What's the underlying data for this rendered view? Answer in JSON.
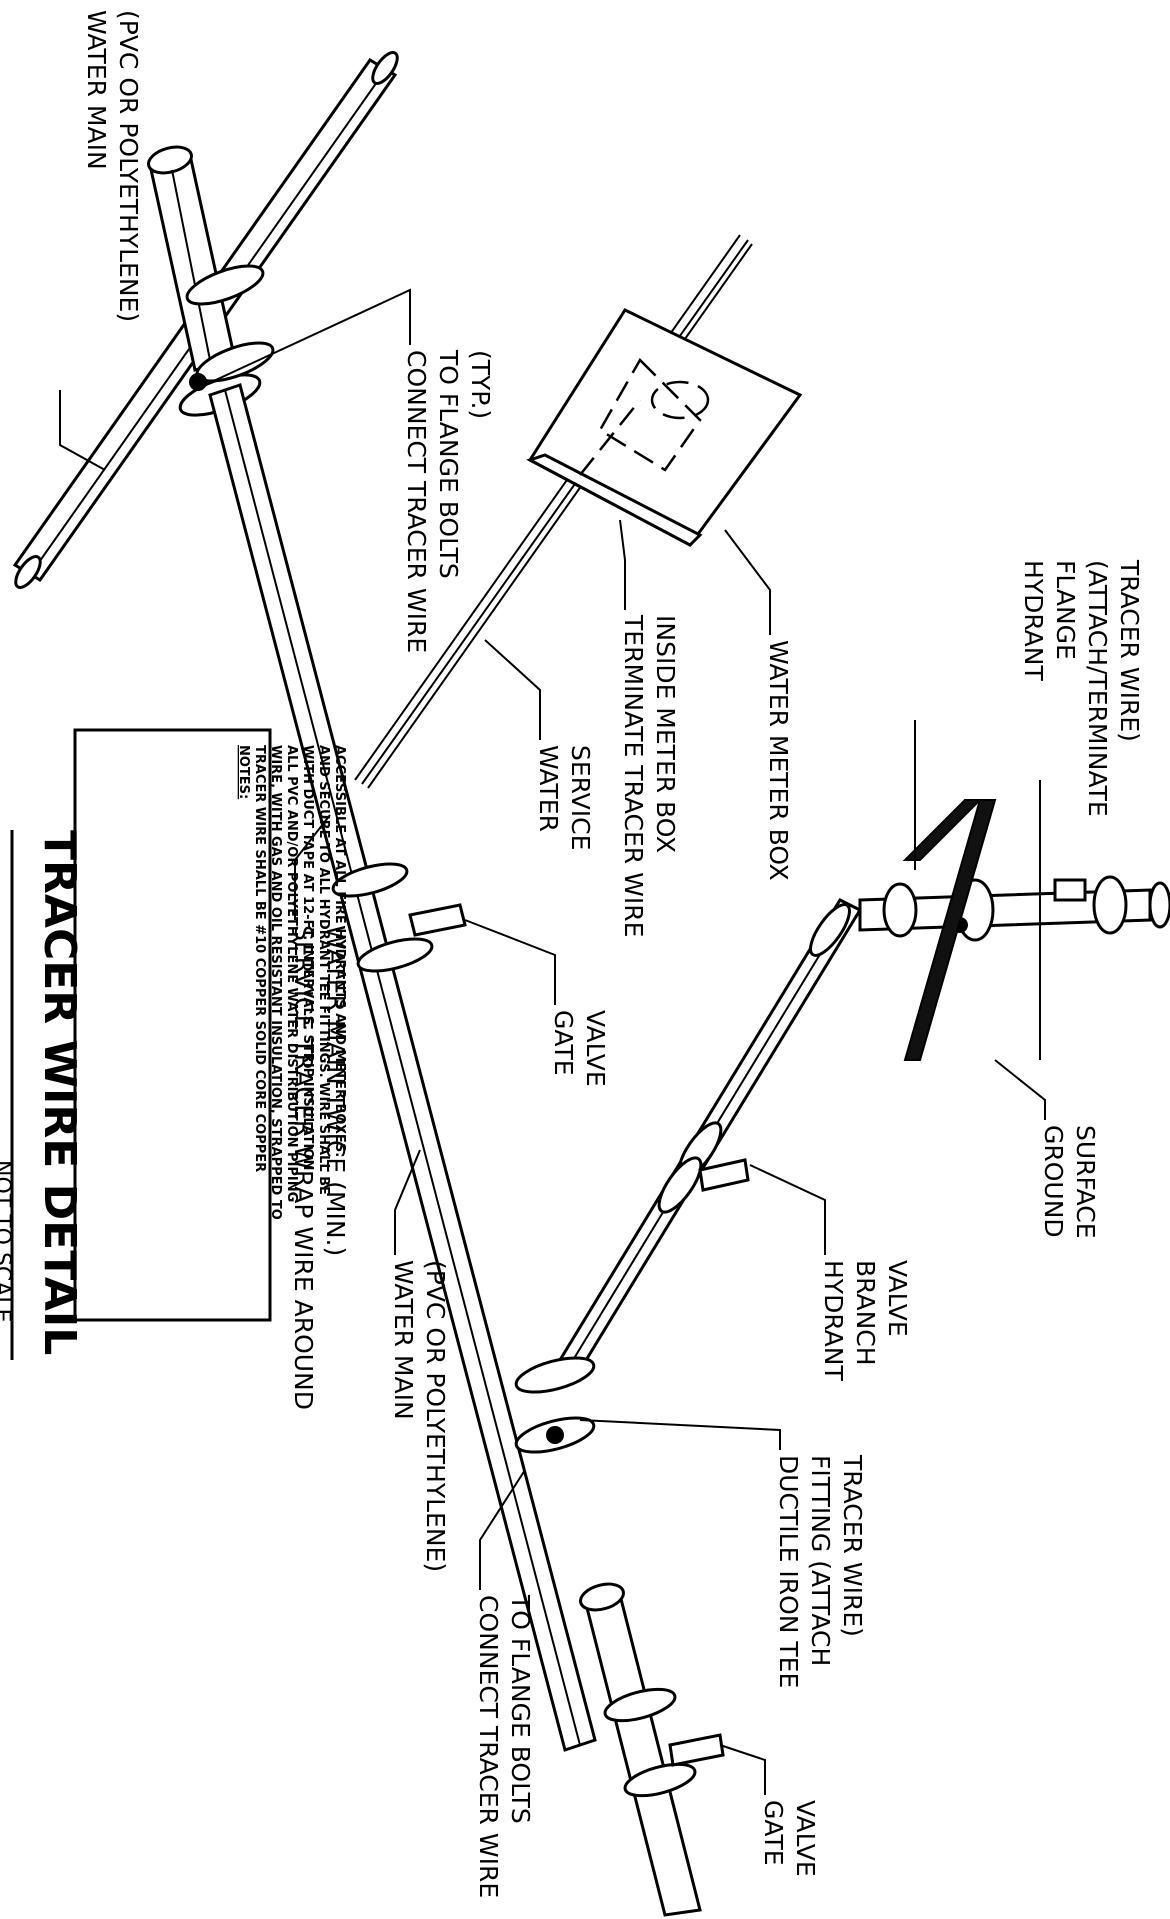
{
  "labels": {
    "water_main_top": "WATER MAIN\n(PVC OR POLYETHYLENE)",
    "connect_tracer_top": "CONNECT TRACER WIRE\nTO FLANGE BOLTS\n(TYP.)",
    "hydrant_flange": "HYDRANT\nFLANGE\n(ATTACH/TERMINATE\nTRACER WIRE)",
    "water_meter_box": "WATER METER BOX",
    "terminate_tracer": "TERMINATE TRACER WIRE\nINSIDE METER BOX",
    "water_service": "WATER\nSERVICE",
    "gate_valve_mid": "GATE\nVALVE",
    "service_tracer_wrap": "SERVICE TRACER WRAP WIRE AROUND\nWATER MAIN TWICE    (MIN.)",
    "ground_surface": "GROUND\nSURFACE",
    "hydrant_branch_valve": "HYDRANT\nBRANCH\nVALVE",
    "water_main_bottom": "WATER MAIN\n(PVC OR POLYETHYLENE)",
    "ductile_iron_tee": "DUCTILE IRON TEE\nFITTING (ATTACH\nTRACER WIRE)",
    "connect_tracer_bottom": "CONNECT TRACER WIRE\nTO FLANGE BOLTS",
    "gate_valve_bottom": "GATE\nVALVE"
  },
  "notes": {
    "heading": "NOTES:",
    "lines": [
      "TRACER WIRE SHALL BE #10 COPPER SOLID CORE COPPER",
      "WIRE, WITH GAS AND OIL RESISTANT INSULATION, STRAPPED TO",
      "ALL PVC AND/OR POLYETHYLENE WATER DISTRIBUTION PIPING",
      "WITH DUCT TAPE AT 12-FT. INTERVALS.  STRIP INSULATION",
      "AND SECURE TO ALL HYDRANT TEE FITTINGS.  WIRE SHALL BE",
      "ACCESSIBLE AT ALL FIRE HYDRANTS AND METER BOXES."
    ]
  },
  "title": "TRACER WIRE DETAIL",
  "scale_note": "NOT TO SCALE"
}
